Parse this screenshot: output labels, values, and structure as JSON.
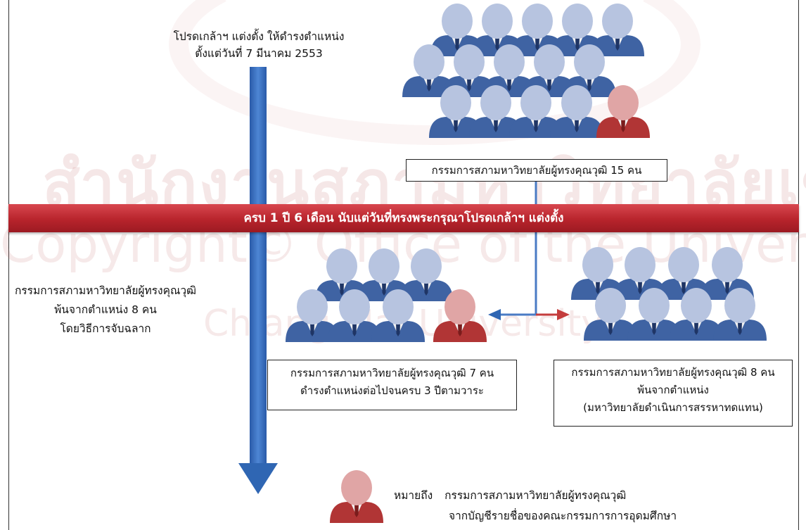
{
  "watermark": {
    "line1": "สำนักงานสภามหาวิทยาลัยเชียงใหม่",
    "line2": "Copyright© Office of the University Council",
    "line3": "Chiang Mai University"
  },
  "top_note": {
    "line1": "โปรดเกล้าฯ แต่งตั้ง ให้ดำรงตำแหน่ง",
    "line2": "ตั้งแต่วันที่ 7 มีนาคม 2553"
  },
  "group15": {
    "label": "กรรมการสภามหาวิทยาลัยผู้ทรงคุณวุฒิ 15 คน"
  },
  "banner": {
    "text": "ครบ 1 ปี 6 เดือน นับแต่วันที่ทรงพระกรุณาโปรดเกล้าฯ แต่งตั้ง"
  },
  "left_note": {
    "line1": "กรรมการสภามหาวิทยาลัยผู้ทรงคุณวุฒิ",
    "line2": "พ้นจากตำแหน่ง 8 คน",
    "line3": "โดยวิธีการจับฉลาก"
  },
  "group7": {
    "line1": "กรรมการสภามหาวิทยาลัยผู้ทรงคุณวุฒิ 7 คน",
    "line2": "ดำรงตำแหน่งต่อไปจนครบ 3 ปีตามวาระ"
  },
  "group8": {
    "line1": "กรรมการสภามหาวิทยาลัยผู้ทรงคุณวุฒิ 8 คน",
    "line2": "พ้นจากตำแหน่ง",
    "line3": "(มหาวิทยาลัยดำเนินการสรรหาทดแทน)"
  },
  "legend": {
    "meaning": "หมายถึง",
    "line1": "กรรมการสภามหาวิทยาลัยผู้ทรงคุณวุฒิ",
    "line2": "จากบัญชีรายชื่อของคณะกรรมการการอุดมศึกษา"
  },
  "colors": {
    "person_blue_head": "#b7c4e0",
    "person_blue_suit": "#3f63a3",
    "person_red_head": "#e0a5a5",
    "person_red_suit": "#b13535",
    "arrow_blue": "#2f66b3",
    "arrow_red": "#c43d3d",
    "banner": "#b8242c"
  }
}
